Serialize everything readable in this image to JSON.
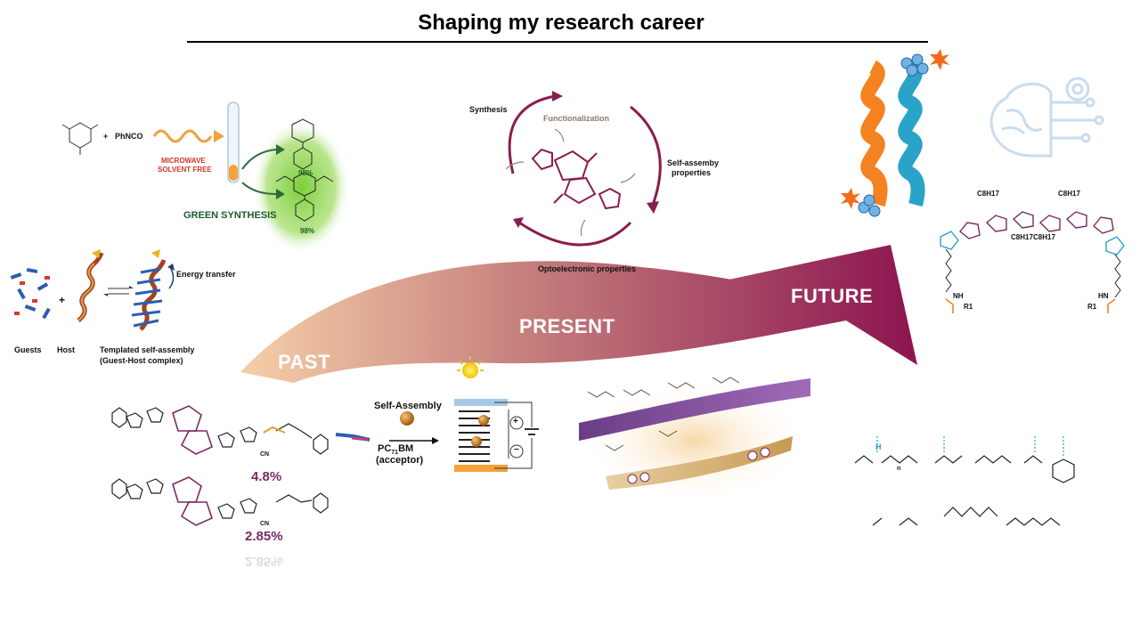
{
  "title": "Shaping my research career",
  "timeline": {
    "past": "PAST",
    "present": "PRESENT",
    "future": "FUTURE"
  },
  "green": {
    "reagent": "PhNCO",
    "plus": "+",
    "microwave": "MICROWAVE",
    "solvent_free": "SOLVENT FREE",
    "label": "GREEN SYNTHESIS",
    "yield_top": "98%",
    "yield_bottom": "98%"
  },
  "assembly": {
    "guests": "Guests",
    "host": "Host",
    "templated": "Templated self-assembly",
    "complex": "(Guest-Host complex)",
    "energy": "Energy transfer",
    "plus": "+"
  },
  "cycle": {
    "synthesis": "Synthesis",
    "functionalization": "Functionalization",
    "self_assembly_1": "Self-assemby",
    "self_assembly_2": "properties",
    "optoelectronic": "Optoelectronic properties"
  },
  "molecules": {
    "pct1": "4.8%",
    "pct2": "2.85%",
    "pct2_mirror": "2.85%",
    "cn1": "CN",
    "cn2": "CN"
  },
  "device": {
    "self_assembly": "Self-Assembly",
    "acceptor_1": "PC",
    "acceptor_sub": "71",
    "acceptor_2": "BM",
    "acceptor_3": "(acceptor)",
    "plus": "+",
    "minus": "−"
  },
  "future": {
    "c8_1": "C8H17",
    "c8_2": "C8H17",
    "c8_3": "C8H17",
    "c8_4": "C8H17",
    "nh_left": "NH",
    "nh_right": "HN",
    "r_left": "R1",
    "r_right": "R1",
    "h_label": "H",
    "n_label": "n"
  },
  "colors": {
    "arrow_start": "#f0c8a0",
    "arrow_end": "#8c1450",
    "purple": "#7a2a63",
    "orange": "#f58220",
    "teal": "#2aa3c8"
  }
}
